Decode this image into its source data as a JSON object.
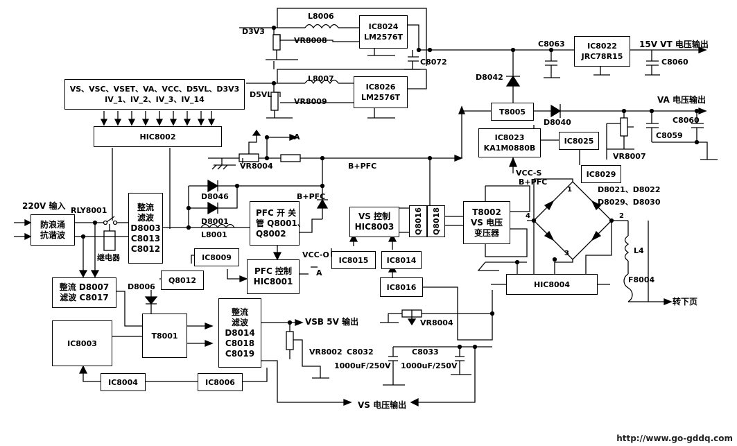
{
  "blocks": {
    "vs_list": [
      "VS、VSC、VSET、VA、VCC、D5VL、D3V3",
      "IV_1、IV_2、IV_3、IV_14"
    ],
    "hic8002": "HIC8002",
    "ic8024": [
      "IC8024",
      "LM2576T"
    ],
    "ic8026": [
      "IC8026",
      "LM2576T"
    ],
    "ic8022": [
      "IC8022",
      "JRC78R15"
    ],
    "t8005": "T8005",
    "ic8023": [
      "IC8023",
      "KA1M0880B"
    ],
    "ic8025": "IC8025",
    "ic8029": "IC8029",
    "surge": [
      "防浪涌",
      "抗谐波"
    ],
    "rect1": [
      "整流",
      "滤波",
      "D8003",
      "C8013",
      "C8012"
    ],
    "pfc_switch": [
      "PFC  开 关",
      "管 Q8001、",
      "Q8002"
    ],
    "pfc_ctrl": [
      "PFC 控制",
      "HIC8001"
    ],
    "vs_ctrl": [
      "VS 控制",
      "HIC8003"
    ],
    "q8016": "Q8016",
    "q8018": "Q8018",
    "t8002": [
      "T8002",
      "VS 电压",
      "变压器"
    ],
    "ic8009": "IC8009",
    "q8012": "Q8012",
    "ic8015": "IC8015",
    "ic8014": "IC8014",
    "ic8016": "IC8016",
    "hic8004": "HIC8004",
    "rect_d8007": [
      "整流 D8007",
      "滤波 C8017"
    ],
    "ic8003": "IC8003",
    "t8001": "T8001",
    "rect2": [
      "整流",
      "滤波",
      "D8014",
      "C8018",
      "C8019"
    ],
    "ic8004": "IC8004",
    "ic8006": "IC8006"
  },
  "labels": {
    "d3v3": "D3V3",
    "l8006": "L8006",
    "vr8008": "VR8008",
    "d5vl": "D5VL",
    "l8007": "L8007",
    "vr8009": "VR8009",
    "c8072": "C8072",
    "c8063": "C8063",
    "out15v": "15V VT 电压输出",
    "c8060a": "C8060",
    "d8042": "D8042",
    "d8040": "D8040",
    "va_out": "VA 电压输出",
    "c8060b": "C8060",
    "c8059": "C8059",
    "vr8007": "VR8007",
    "a1": "A",
    "vr8004a": "VR8004",
    "bpfc1": "B+PFC",
    "vccs": "VCC-S",
    "bpfc2": "B+PFC",
    "in220": "220V 输入",
    "rly": "RLY8001",
    "relay": "继电器",
    "d8046": "D8046",
    "d8001": "D8001",
    "l8001": "L8001",
    "bpfc3": "B+PFC",
    "vcco": "VCC-O",
    "a2": "A",
    "diodes1": "D8021、D8022",
    "diodes2": "D8029、D8030",
    "p1": "1",
    "p2": "2",
    "p3": "3",
    "p4": "4",
    "l4": "L4",
    "f8004": "F8004",
    "next": "转下页",
    "d8006": "D8006",
    "vsb": "VSB 5V 输出",
    "vr8004b": "VR8004",
    "vr8002": "VR8002",
    "c8032": "C8032",
    "c8033": "C8033",
    "cap1": "1000uF/250V",
    "cap2": "1000uF/250V",
    "vs_out": "VS 电压输出",
    "url": "http://www.go-gddq.com"
  }
}
